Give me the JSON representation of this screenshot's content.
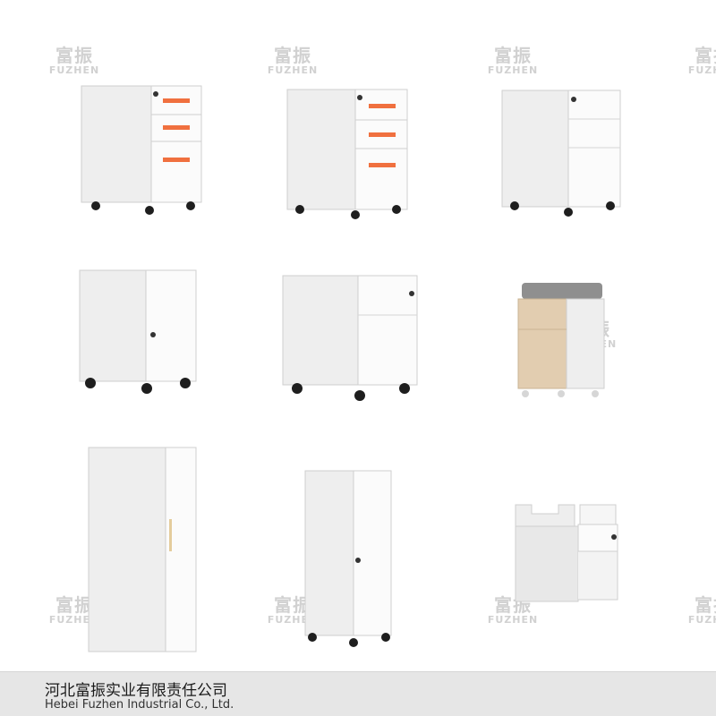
{
  "watermark": {
    "cn": "富振",
    "en": "FUZHEN"
  },
  "products": [
    {
      "name": "3-drawer mobile pedestal, orange handles"
    },
    {
      "name": "3-drawer mobile pedestal, orange handles"
    },
    {
      "name": "3-drawer mobile pedestal, white"
    },
    {
      "name": "mobile pedestal with door"
    },
    {
      "name": "2-drawer mobile pedestal"
    },
    {
      "name": "wood mobile pedestal with seat cushion"
    },
    {
      "name": "tall storage cabinet"
    },
    {
      "name": "slim mobile cabinet"
    },
    {
      "name": "under-desk hanging pedestal"
    }
  ],
  "colors": {
    "accent": "#f0703f",
    "body": "#eeeeee",
    "front": "#fbfbfb",
    "wood": "#e2cdb0",
    "footer_bg": "#e6e6e6"
  },
  "footer": {
    "company_cn": "河北富振实业有限责任公司",
    "company_en": "Hebei Fuzhen Industrial Co., Ltd."
  }
}
